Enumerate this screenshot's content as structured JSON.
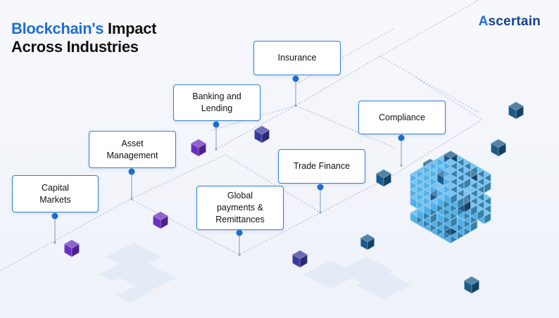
{
  "title": {
    "highlight": "Blockchain's",
    "rest_line1": " Impact",
    "line2": "Across Industries"
  },
  "brand": {
    "prefix": "A",
    "rest": "scertain"
  },
  "industries": [
    "Capital\nMarkets",
    "Asset\nManagement",
    "Banking and\nLending",
    "Insurance",
    "Global\npayments &\nRemittances",
    "Trade Finance",
    "Compliance"
  ],
  "colors": {
    "accent": "#1f6fd1",
    "node_border": "#2f7fd8",
    "connector_dot": "#1e6fd0",
    "purple_cube": "#6a2fc0",
    "navy_cube": "#3b3aa0",
    "teal_cube": "#1a5a8a",
    "light_cube": "#4fb0ea"
  }
}
